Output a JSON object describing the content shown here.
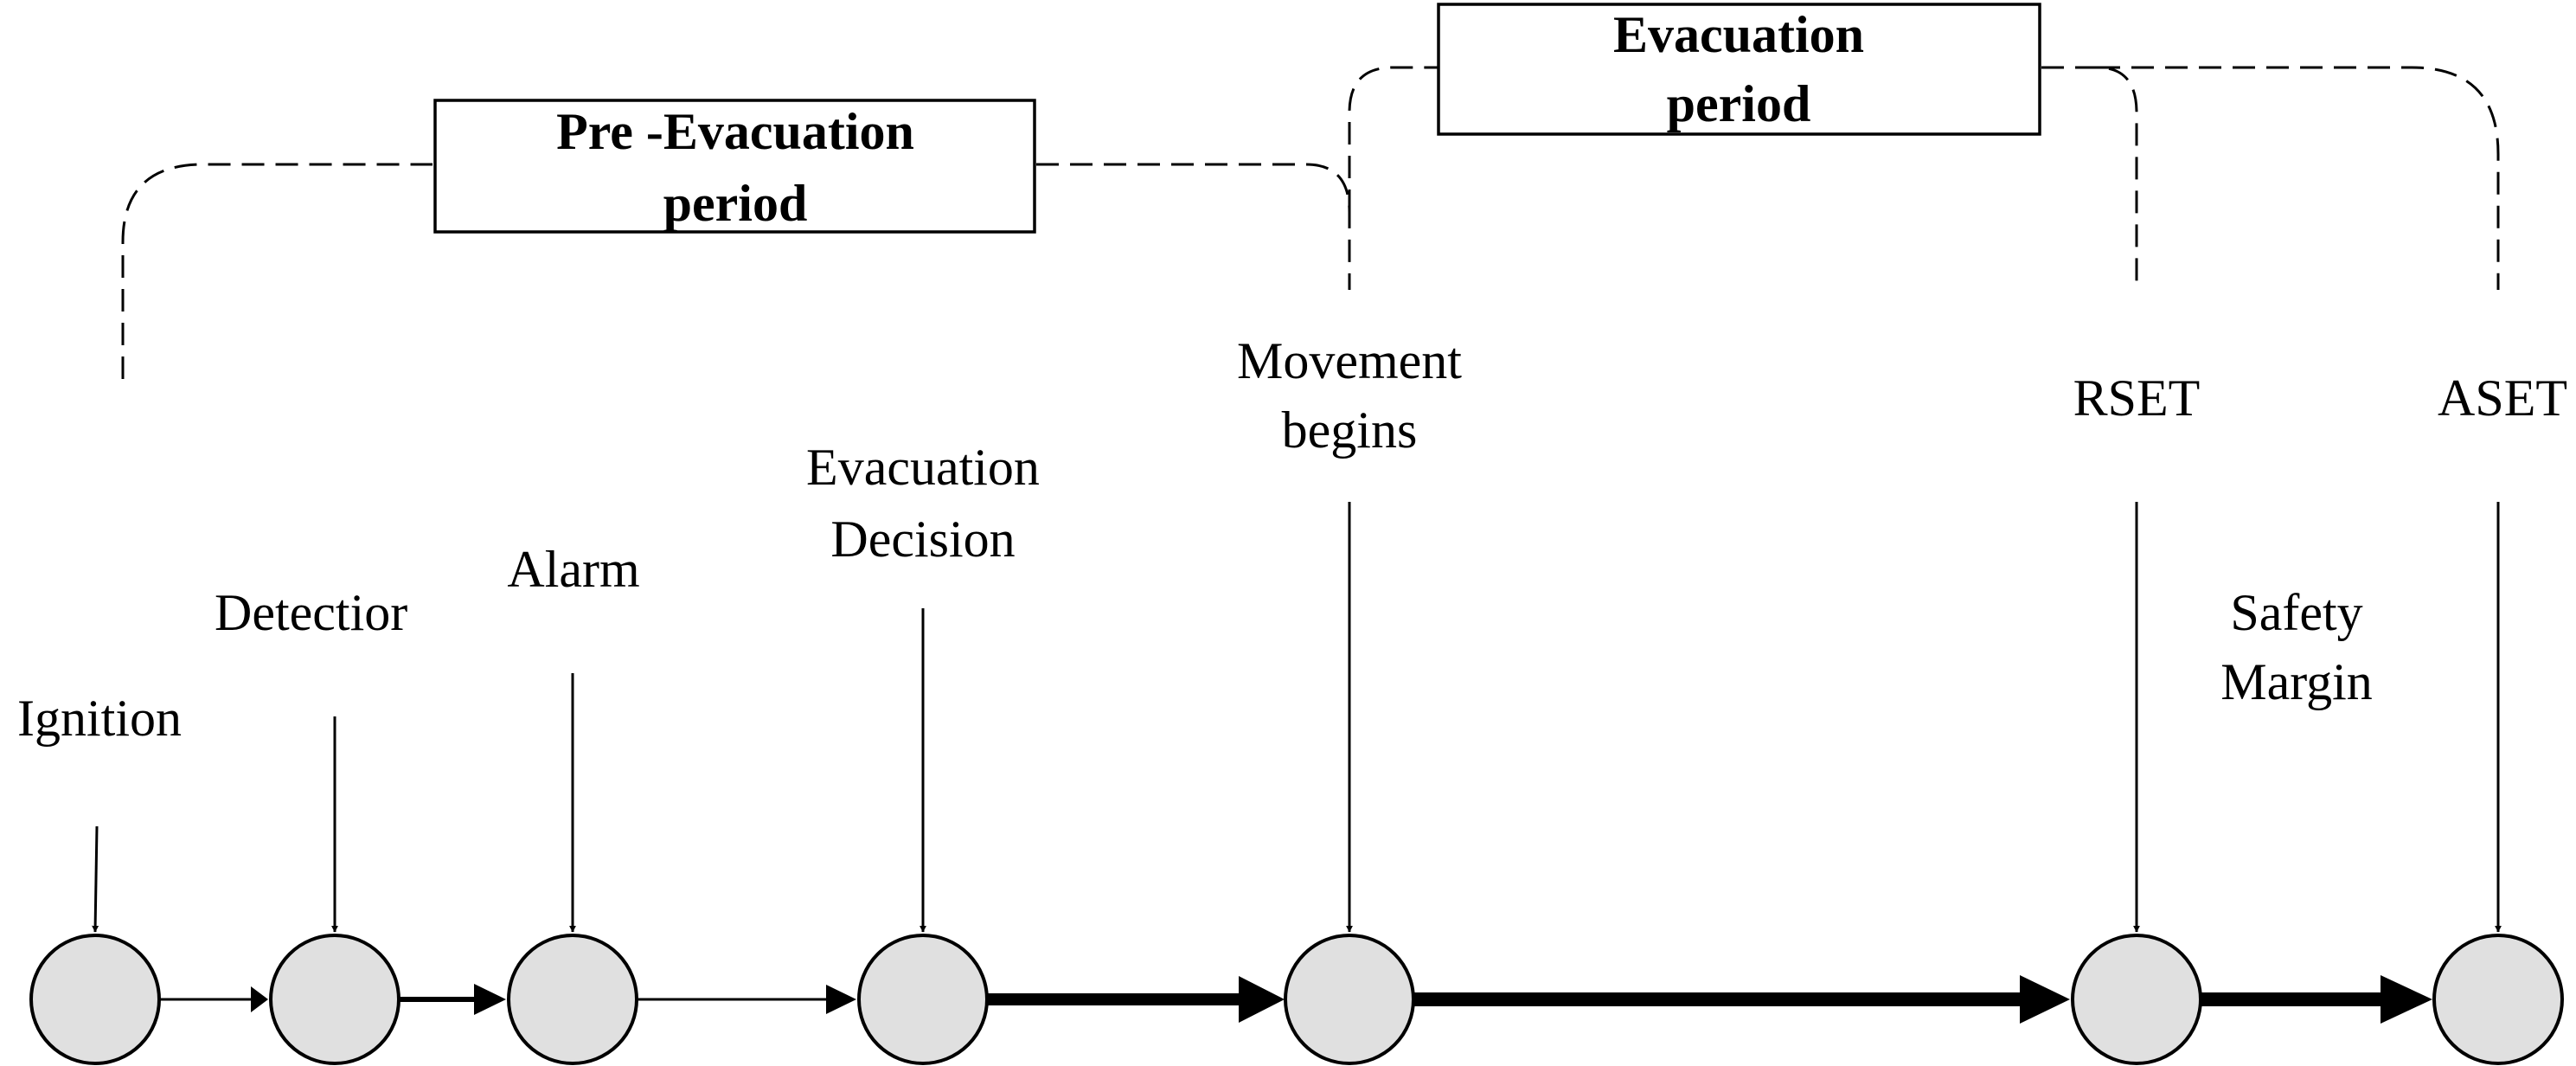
{
  "periods": {
    "pre_evacuation": [
      "Pre -Evacuation",
      "period"
    ],
    "evacuation": [
      "Evacuation",
      "period"
    ]
  },
  "events": [
    {
      "id": "ignition",
      "lines": [
        "Ignition"
      ]
    },
    {
      "id": "detection",
      "lines": [
        "Detectior"
      ]
    },
    {
      "id": "alarm",
      "lines": [
        "Alarm"
      ]
    },
    {
      "id": "evacuation-decision",
      "lines": [
        "Evacuation",
        "Decision"
      ]
    },
    {
      "id": "movement-begins",
      "lines": [
        "Movement",
        "begins"
      ]
    },
    {
      "id": "rset",
      "lines": [
        "RSET"
      ]
    },
    {
      "id": "aset",
      "lines": [
        "ASET"
      ]
    }
  ],
  "annotations": {
    "safety_margin": [
      "Safety",
      "Margin"
    ]
  }
}
